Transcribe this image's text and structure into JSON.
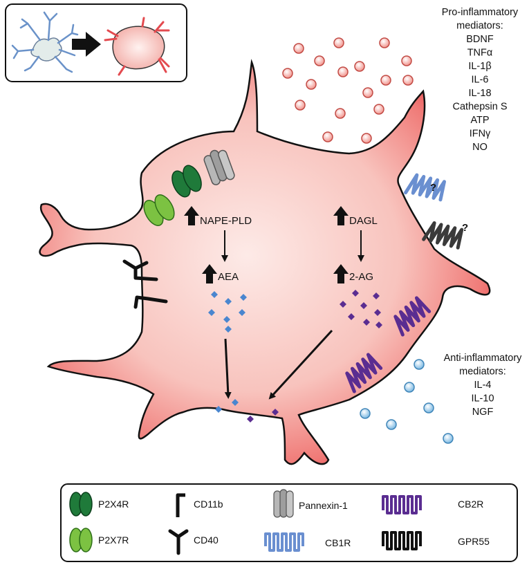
{
  "pathways": {
    "left": {
      "enzyme": "NAPE-PLD",
      "product": "AEA"
    },
    "right": {
      "enzyme": "DAGL",
      "product": "2-AG"
    }
  },
  "receptor_queries": {
    "cb1": "?",
    "gpr55": "?"
  },
  "pro_inflammatory": {
    "heading": [
      "Pro-inflammatory",
      "mediators:"
    ],
    "items": [
      "BDNF",
      "TNFα",
      "IL-1β",
      "IL-6",
      "IL-18",
      "Cathepsin S",
      "ATP",
      "IFNγ",
      "NO"
    ]
  },
  "anti_inflammatory": {
    "heading": [
      "Anti-inflammatory",
      "mediators:"
    ],
    "items": [
      "IL-4",
      "IL-10",
      "NGF"
    ]
  },
  "legend": {
    "p2x4r": "P2X4R",
    "p2x7r": "P2X7R",
    "cd11b": "CD11b",
    "cd40": "CD40",
    "pannexin": "Pannexin-1",
    "cb1r": "CB1R",
    "cb2r": "CB2R",
    "gpr55": "GPR55"
  },
  "colors": {
    "cell_center": "#fde6e3",
    "cell_edge": "#e8323b",
    "p2x4r": "#1f7a3a",
    "p2x7r": "#7cc242",
    "pannexin": "#a9a9a9",
    "cb1r": "#5b8fd0",
    "cb2r": "#5a2d91",
    "gpr55": "#333333",
    "aea_dots": "#4a86cf",
    "ag_dots": "#5a2d91",
    "pro_particle": "#f4a7a0",
    "anti_particle": "#8fc3e6",
    "resting_cell": "#dfe9e6"
  }
}
